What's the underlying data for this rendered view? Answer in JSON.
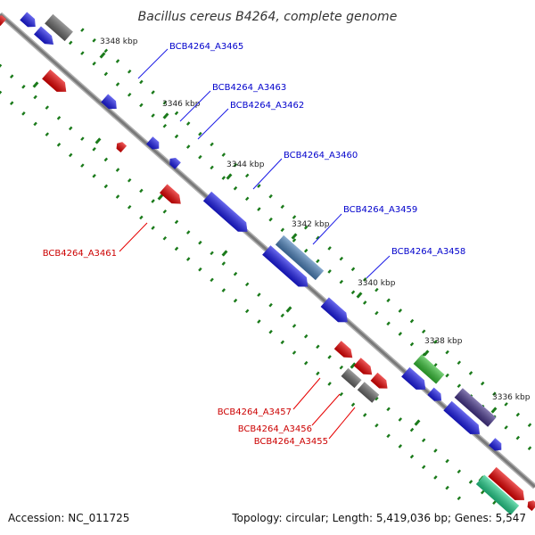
{
  "title": "Bacillus cereus B4264, complete genome",
  "footer": {
    "accession": "Accession: NC_011725",
    "summary": "Topology: circular; Length: 5,419,036 bp; Genes: 5,547"
  },
  "ticks": [
    "3348 kbp",
    "3346 kbp",
    "3344 kbp",
    "3342 kbp",
    "3340 kbp",
    "3338 kbp",
    "3336 kbp"
  ],
  "labels_forward": [
    "BCB4264_A3465",
    "BCB4264_A3463",
    "BCB4264_A3462",
    "BCB4264_A3460",
    "BCB4264_A3459",
    "BCB4264_A3458"
  ],
  "labels_reverse": [
    "BCB4264_A3461",
    "BCB4264_A3457",
    "BCB4264_A3456",
    "BCB4264_A3455"
  ],
  "colors": {
    "forward": "#1a1ae6",
    "reverse": "#e60000",
    "backbone": "#7a7a7a",
    "tick": "#1a7a1a",
    "label_forward": "#0000cc",
    "label_reverse": "#cc0000"
  }
}
